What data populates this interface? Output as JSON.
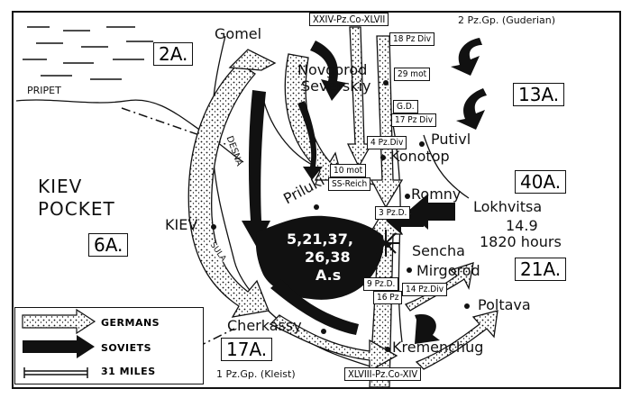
{
  "map": {
    "header_groups": [
      "XXIV-Pz.Co-XLVII",
      "2 Pz.Gp. (Guderian)"
    ],
    "footer_groups": [
      "1 Pz.Gp. (Kleist)",
      "XLVIII-Pz.Co-XIV"
    ],
    "region_labels": {
      "pocket_line1": "KIEV",
      "pocket_line2": "POCKET"
    },
    "rivers": [
      "PRIPET",
      "DESNA",
      "SULA"
    ],
    "cities": [
      "Gomel",
      "Novgorod",
      "Severskiy",
      "Putivl",
      "Konotop",
      "Priluki",
      "Romny",
      "Lokhvitsa",
      "KIEV",
      "Sencha",
      "Mirgorod",
      "Poltava",
      "Cherkassy",
      "Kremenchug"
    ],
    "soviet_armies": [
      "2A.",
      "13A.",
      "40A.",
      "6A.",
      "21A.",
      "17A."
    ],
    "german_units": [
      "18 Pz Div",
      "29 mot",
      "G.D.",
      "17 Pz Div",
      "4 Pz.Div",
      "10 mot",
      "SS-Reich",
      "3 Pz.D.",
      "9 Pz.D.",
      "16 Pz",
      "14 Pz.Div"
    ],
    "encircled": [
      "5,21,37,",
      "26,38",
      "A.s"
    ],
    "linkup": [
      "14.9",
      "1820 hours"
    ]
  },
  "legend": {
    "germans": "GERMANS",
    "soviets": "SOVIETS",
    "scale": "31 MILES"
  }
}
